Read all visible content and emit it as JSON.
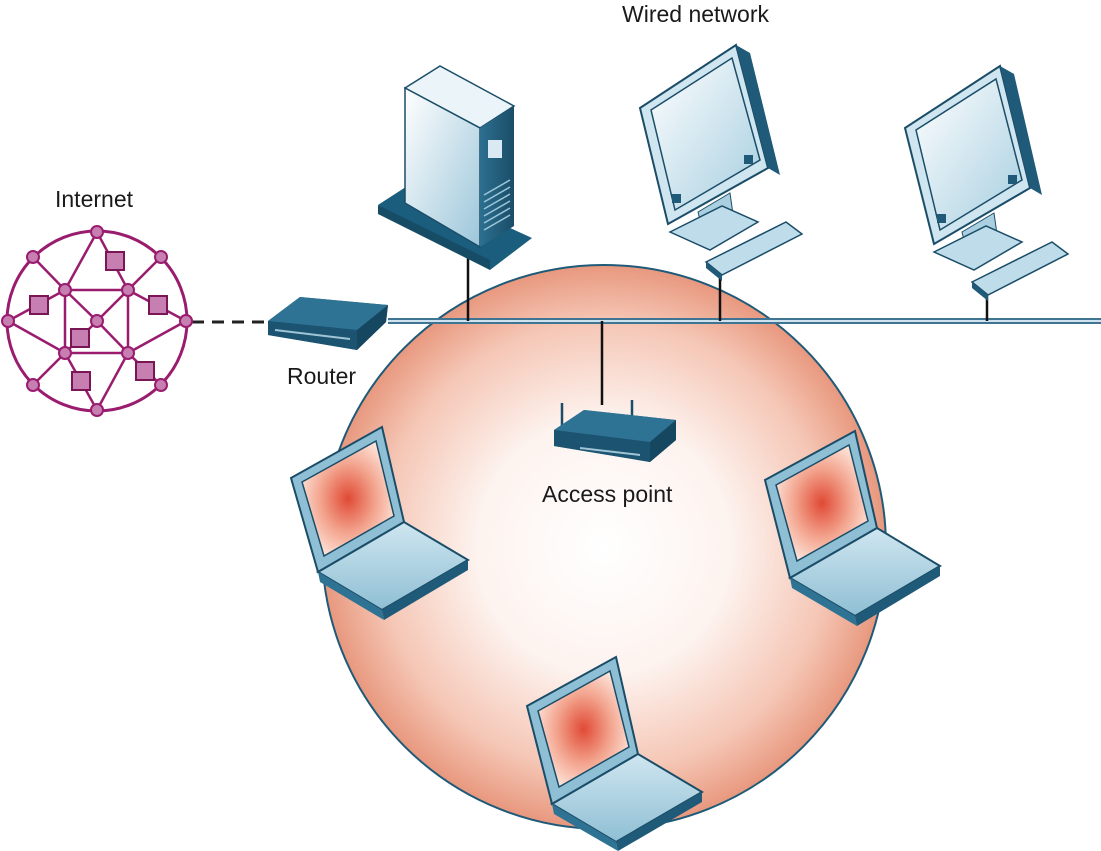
{
  "labels": {
    "wired_network": "Wired network",
    "internet": "Internet",
    "router": "Router",
    "access_point": "Access point"
  },
  "colors": {
    "internet_mesh": "#9a1c6e",
    "internet_node": "#c77fb2",
    "network_cable": "#5f8fa8",
    "device_dark": "#1f5a78",
    "coverage_edge": "#e99a82",
    "coverage_center": "#ffffff",
    "laptop_body": "#a9cfe0",
    "laptop_screen_glow": "#e15a45"
  },
  "icons": {
    "internet": "internet-mesh-icon",
    "router": "router-icon",
    "server": "server-tower-icon",
    "desktop": "desktop-computer-icon",
    "access_point": "wireless-access-point-icon",
    "laptop": "laptop-icon"
  }
}
